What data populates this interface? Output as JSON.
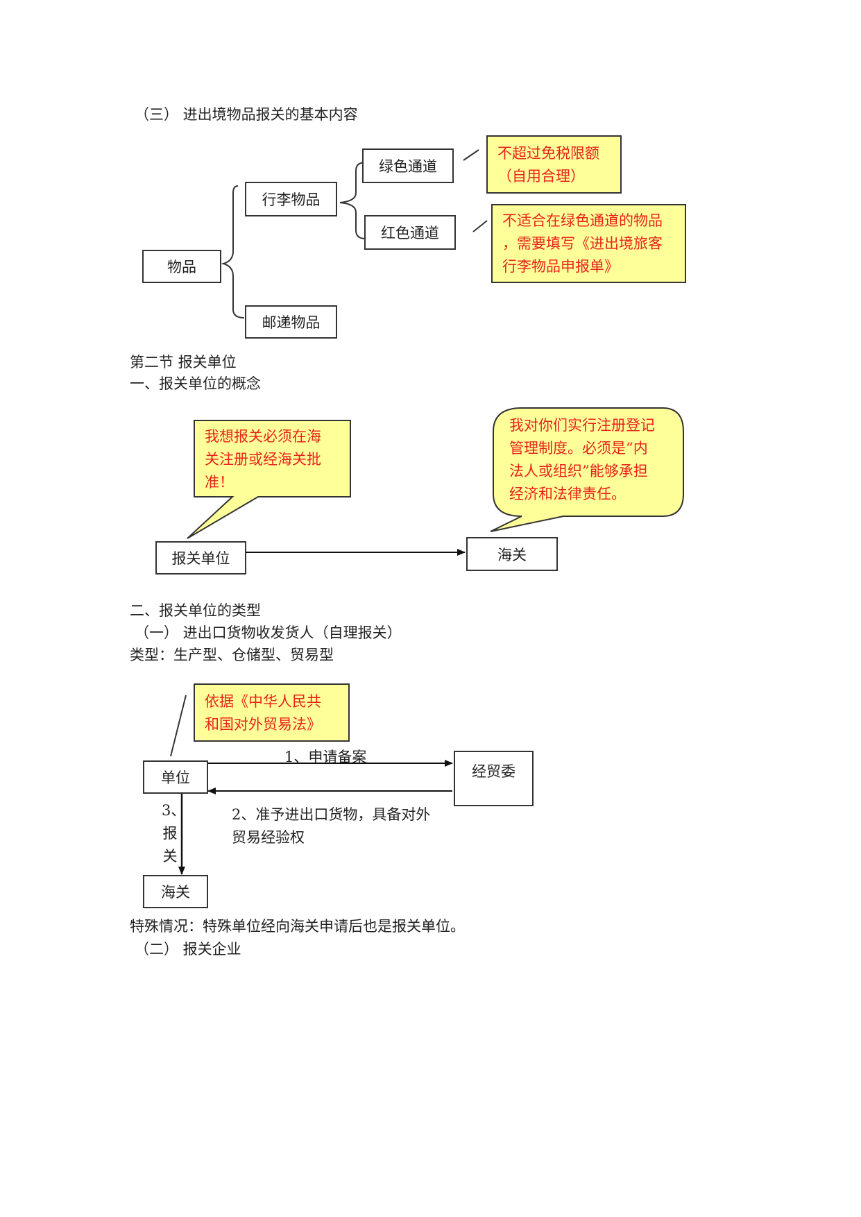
{
  "section1": {
    "heading": "（三） 进出境物品报关的基本内容",
    "root": "物品",
    "luggage": "行李物品",
    "postal": "邮递物品",
    "green": "绿色通道",
    "red": "红色通道",
    "green_note": [
      "不超过免税限额",
      "（自用合理）"
    ],
    "red_note": [
      "不适合在绿色通道的物品",
      "，需要填写《进出境旅客",
      "行李物品申报单》"
    ]
  },
  "section2": {
    "heading": "第二节 报关单位",
    "sub": "一、报关单位的概念",
    "unit_bubble": [
      "我想报关必须在海",
      "关注册或经海关批",
      "准！"
    ],
    "customs_bubble": [
      "我对你们实行注册登记",
      "管理制度。必须是“内",
      "法人或组织”能够承担",
      "经济和法律责任。"
    ],
    "unit_box": "报关单位",
    "customs_box": "海关"
  },
  "section3": {
    "heading": "二、报关单位的类型",
    "sub1": "（一） 进出口货物收发货人（自理报关）",
    "types": "类型：生产型、仓储型、贸易型",
    "law_note": [
      "依据《中华人民共",
      "和国对外贸易法》"
    ],
    "unit_box": "单位",
    "commission_box": "经贸委",
    "customs_box": "海关",
    "step1": "1、申请备案",
    "step2": [
      "2、准予进出口货物，具备对外",
      "贸易经验权"
    ],
    "step3": [
      "3、",
      "报",
      "关"
    ],
    "special": "特殊情况：特殊单位经向海关申请后也是报关单位。",
    "sub2": "（二） 报关企业"
  },
  "colors": {
    "note_bg": "#ffff99",
    "note_text": "#e8221c"
  }
}
